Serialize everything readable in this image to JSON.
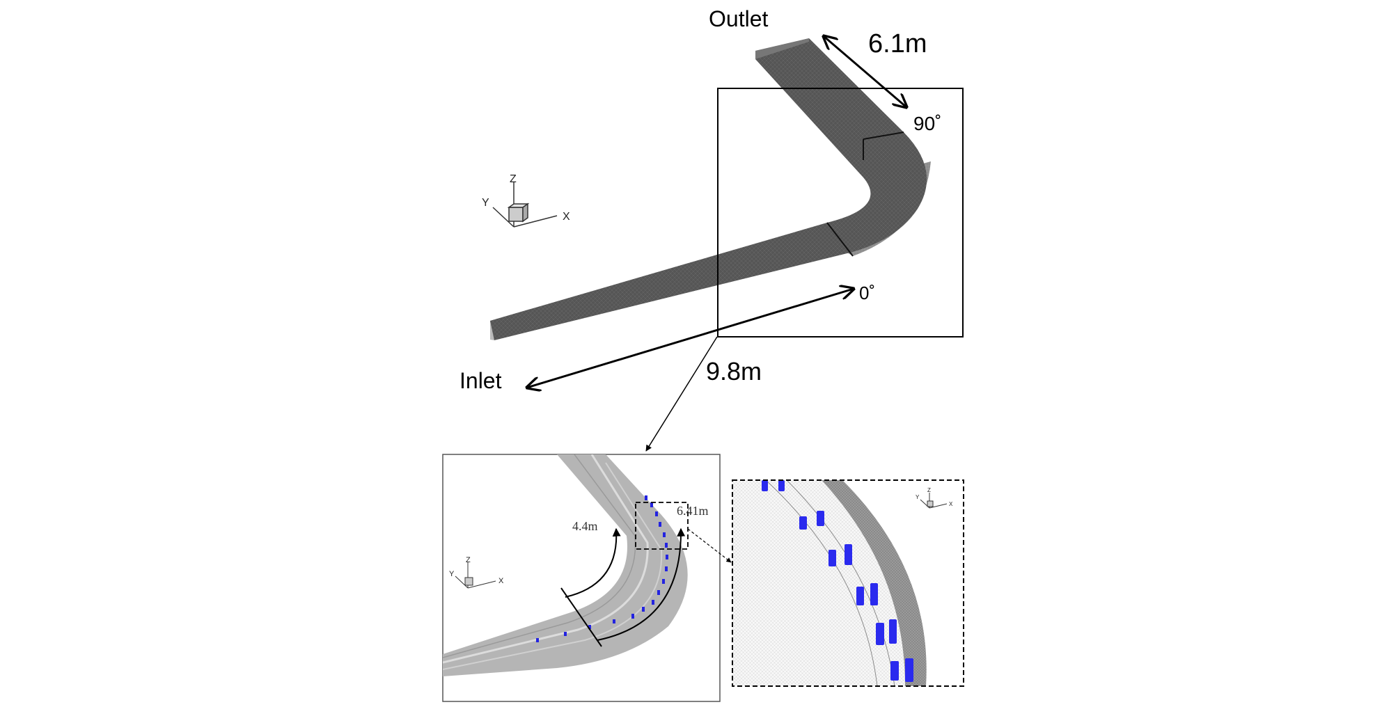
{
  "figure": {
    "labels": {
      "outlet": "Outlet",
      "inlet": "Inlet",
      "outlet_length": "6.1m",
      "inlet_length": "9.8m",
      "angle_end": "90˚",
      "angle_start": "0˚",
      "inner_arc": "4.4m",
      "outer_arc": "6.41m"
    },
    "axis_triad": {
      "x": "X",
      "y": "Y",
      "z": "Z"
    },
    "colors": {
      "channel_top": "#555555",
      "channel_side": "#8a8a8a",
      "mesh_light": "#c8c8c8",
      "blocks": "#2323e0"
    }
  }
}
